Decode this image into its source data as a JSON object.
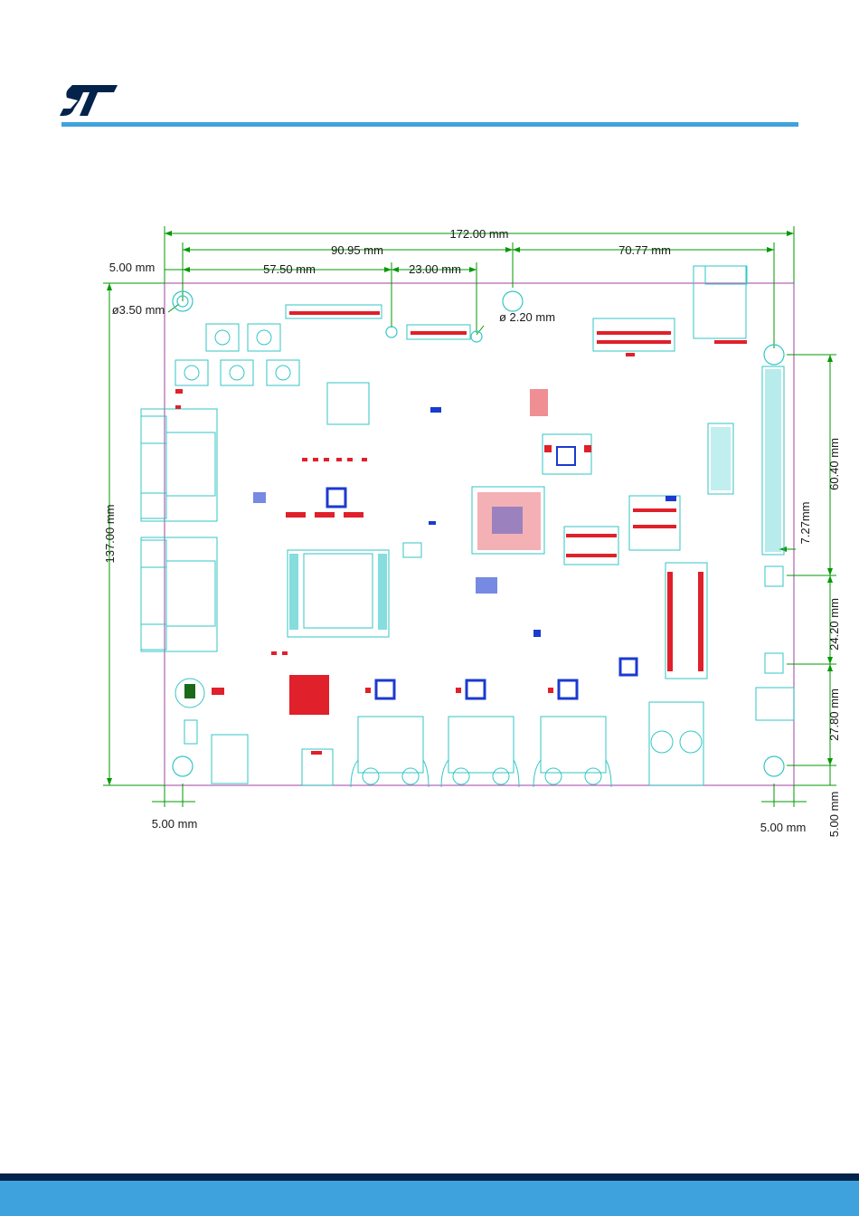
{
  "header": {
    "logo": "ST logo"
  },
  "colors": {
    "accent": "#3ea3dc",
    "footer_dark": "#03234b",
    "dimension_lines": "#009900",
    "board_outline": "#b060b0",
    "component_cyan": "#33c6c6",
    "component_red": "#e0202a",
    "component_blue": "#1a3ad0"
  },
  "dimensions": {
    "total_width": "172.00 mm",
    "hole_to_fixing": "90.95 mm",
    "fixing_to_right_hole": "70.77 mm",
    "left_edge_offset": "5.00 mm",
    "hole_diameter": "ø3.50 mm",
    "hole_spacing_a": "57.50 mm",
    "hole_spacing_b": "23.00 mm",
    "small_hole_diameter": "ø 2.20 mm",
    "total_height": "137.00 mm",
    "right_top_span": "60.40 mm",
    "header_offset": "7.27mm",
    "right_mid_span": "24.20 mm",
    "right_low_span": "27.80 mm",
    "right_bottom_offset": "5.00 mm",
    "bottom_left_offset": "5.00 mm",
    "bottom_right_offset": "5.00 mm"
  }
}
